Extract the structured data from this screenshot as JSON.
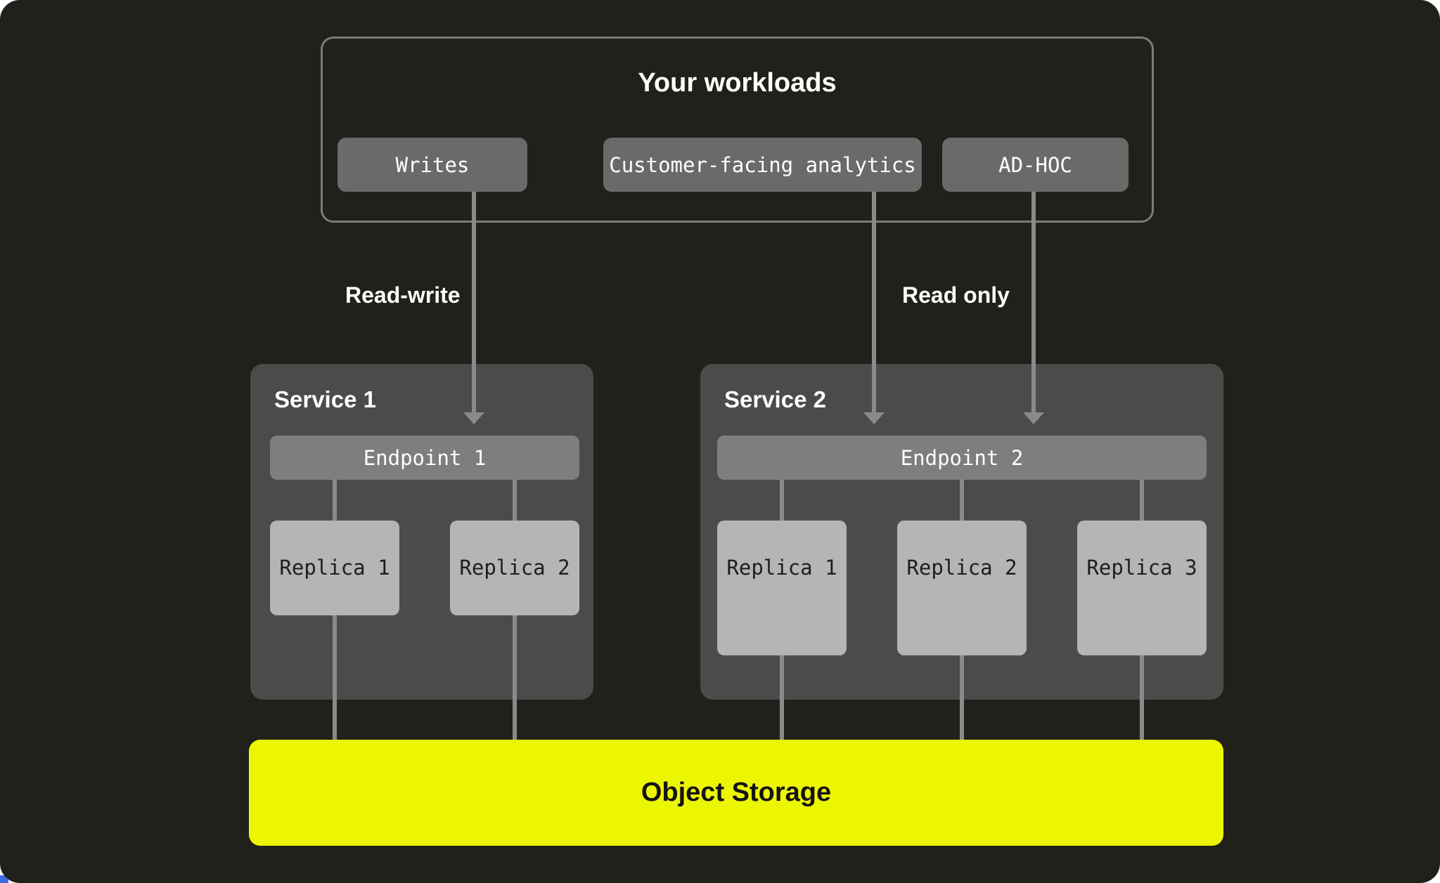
{
  "colors": {
    "page_bg": "#ffffff",
    "canvas_bg": "#21211C",
    "panel": "#4B4B4B",
    "container_border": "#7B7B79",
    "button": "#6A6A6A",
    "endpoint": "#7E7E7E",
    "replica": "#B5B5B5",
    "connector": "#8A8A8A",
    "accent": "#EDF602",
    "text_light": "#FFFFFF",
    "text_dark": "#1E1E1E",
    "corner_artifact": "#3D6BE5"
  },
  "workloads": {
    "title": "Your workloads",
    "items": [
      {
        "label": "Writes"
      },
      {
        "label": "Customer-facing analytics"
      },
      {
        "label": "AD-HOC"
      }
    ]
  },
  "edge_labels": {
    "read_write": "Read-write",
    "read_only": "Read only"
  },
  "services": [
    {
      "title": "Service 1",
      "endpoint": "Endpoint 1",
      "replicas": [
        "Replica 1",
        "Replica 2"
      ]
    },
    {
      "title": "Service 2",
      "endpoint": "Endpoint 2",
      "replicas": [
        "Replica 1",
        "Replica 2",
        "Replica 3"
      ]
    }
  ],
  "storage": {
    "label": "Object Storage"
  }
}
